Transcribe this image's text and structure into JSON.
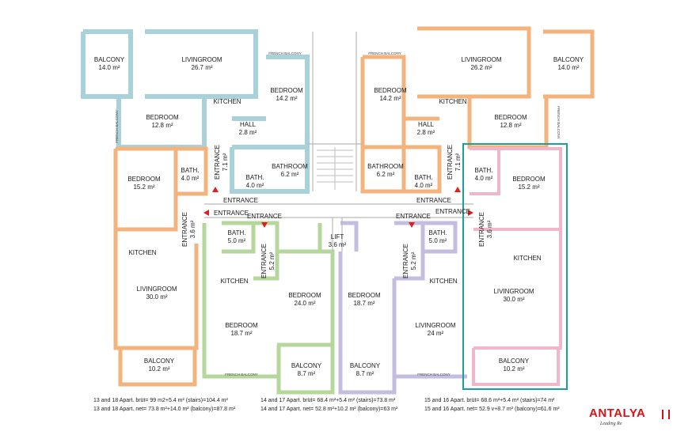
{
  "colors": {
    "top_left": "#a9d1da",
    "top_right": "#f3b37c",
    "left_unit": "#f3b37c",
    "mid_left": "#b6d79c",
    "mid_right": "#c4bde0",
    "right_unit": "#f2b6cc",
    "highlight": "#1aa0a0",
    "entrance_arrow": "#e01e1e",
    "logo": "#d8121b"
  },
  "rooms": {
    "tl_balcony": {
      "name": "BALCONY",
      "area": "14.0 m²"
    },
    "tl_living": {
      "name": "LIVINGROOM",
      "area": "26.7 m²"
    },
    "tl_french": {
      "name": "FRENCH BALCONY"
    },
    "tl_french_side": {
      "name": "FRENCH BALCONY"
    },
    "tl_bedroom1": {
      "name": "BEDROOM",
      "area": "14.2 m²"
    },
    "tl_bedroom2": {
      "name": "BEDROOM",
      "area": "12.8 m²"
    },
    "tl_kitchen": {
      "name": "KITCHEN"
    },
    "tl_hall": {
      "name": "HALL",
      "area": "2.8 m²"
    },
    "tl_entrance": {
      "name": "ENTRANCE",
      "area": "7.1 m²"
    },
    "tl_bath": {
      "name": "BATH.",
      "area": "4.0 m²"
    },
    "tl_bathroom": {
      "name": "BATHROOM",
      "area": "6.2 m²"
    },
    "tr_balcony": {
      "name": "BALCONY",
      "area": "14.0 m²"
    },
    "tr_living": {
      "name": "LIVINGROOM",
      "area": "26.2 m²"
    },
    "tr_french": {
      "name": "FRENCH BALCONY"
    },
    "tr_french_side": {
      "name": "FRENCH BALCONY"
    },
    "tr_bedroom1": {
      "name": "BEDROOM",
      "area": "14.2 m²"
    },
    "tr_bedroom2": {
      "name": "BEDROOM",
      "area": "12.8 m²"
    },
    "tr_kitchen": {
      "name": "KITCHEN"
    },
    "tr_hall": {
      "name": "HALL",
      "area": "2.8 m²"
    },
    "tr_entrance": {
      "name": "ENTRANCE",
      "area": "7.1 m²"
    },
    "tr_bath": {
      "name": "BATH.",
      "area": "4.0 m²"
    },
    "tr_bathroom": {
      "name": "BATHROOM",
      "area": "6.2 m²"
    },
    "l_bedroom": {
      "name": "BEDROOM",
      "area": "15.2 m²"
    },
    "l_bath": {
      "name": "BATH.",
      "area": "4.0 m²"
    },
    "l_entrance": {
      "name": "ENTRANCE",
      "area": "3.6 m²"
    },
    "l_kitchen": {
      "name": "KITCHEN"
    },
    "l_living": {
      "name": "LIVINGROOM",
      "area": "30.0 m²"
    },
    "l_balcony": {
      "name": "BALCONY",
      "area": "10.2 m²"
    },
    "ml_bath": {
      "name": "BATH.",
      "area": "5.0 m²"
    },
    "ml_entrance": {
      "name": "ENTRANCE",
      "area": "5.2 m²"
    },
    "ml_kitchen": {
      "name": "KITCHEN"
    },
    "ml_bedroom1": {
      "name": "BEDROOM",
      "area": "18.7 m²"
    },
    "ml_bedroom2": {
      "name": "BEDROOM",
      "area": "24.0 m²"
    },
    "ml_balcony": {
      "name": "BALCONY",
      "area": "8.7 m²"
    },
    "ml_french": {
      "name": "FRENCH BALCONY"
    },
    "lift": {
      "name": "LIFT",
      "area": "3.6 m²"
    },
    "mr_bedroom": {
      "name": "BEDROOM",
      "area": "18.7 m²"
    },
    "mr_balcony": {
      "name": "BALCONY",
      "area": "8.7 m²"
    },
    "mr_bath": {
      "name": "BATH.",
      "area": "5.0 m²"
    },
    "mr_entrance": {
      "name": "ENTRANCE",
      "area": "5.2 m²"
    },
    "mr_kitchen": {
      "name": "KITCHEN"
    },
    "mr_living": {
      "name": "LIVINGROOM",
      "area": "24 m²"
    },
    "mr_french": {
      "name": "FRENCH BALCONY"
    },
    "r_bath": {
      "name": "BATH.",
      "area": "4.0 m²"
    },
    "r_bedroom": {
      "name": "BEDROOM",
      "area": "15.2 m²"
    },
    "r_entrance": {
      "name": "ENTRANCE",
      "area": "3.6 m²"
    },
    "r_kitchen": {
      "name": "KITCHEN"
    },
    "r_living": {
      "name": "LIVINGROOM",
      "area": "30.0 m²"
    },
    "r_balcony": {
      "name": "BALCONY",
      "area": "10.2 m²"
    }
  },
  "entrances": {
    "e1": "ENTRANCE",
    "e2": "ENTRANCE",
    "e3": "ENTRANCE",
    "e4": "ENTRANCE",
    "e5": "ENTRANCE",
    "e6": "ENTRANCE"
  },
  "notes": {
    "left_1": "13 and 18 Apart. brüt= 99 m2+5.4 m² (stairs)=104.4 m²",
    "left_2": "13 and 18 Apart. net= 73.8 m²+14.0 m² (balcony)=87.8 m²",
    "mid_1": "14 and 17 Apart. brüt= 68.4 m²+5.4 m² (stairs)=73.8 m²",
    "mid_2": "14 and 17 Apart. net= 52.8 m²+10.2 m² (balcony)=63 m²",
    "right_1": "15 and 16 Apart. brüt= 68.6 m²+5.4 m² (stairs)=74 m²",
    "right_2": "15 and 16 Apart. net= 52.9 v+8.7 m² (balcony)=61.6 m²"
  },
  "logo": {
    "word": "ANTALYA",
    "tagline": "Leading Re"
  }
}
